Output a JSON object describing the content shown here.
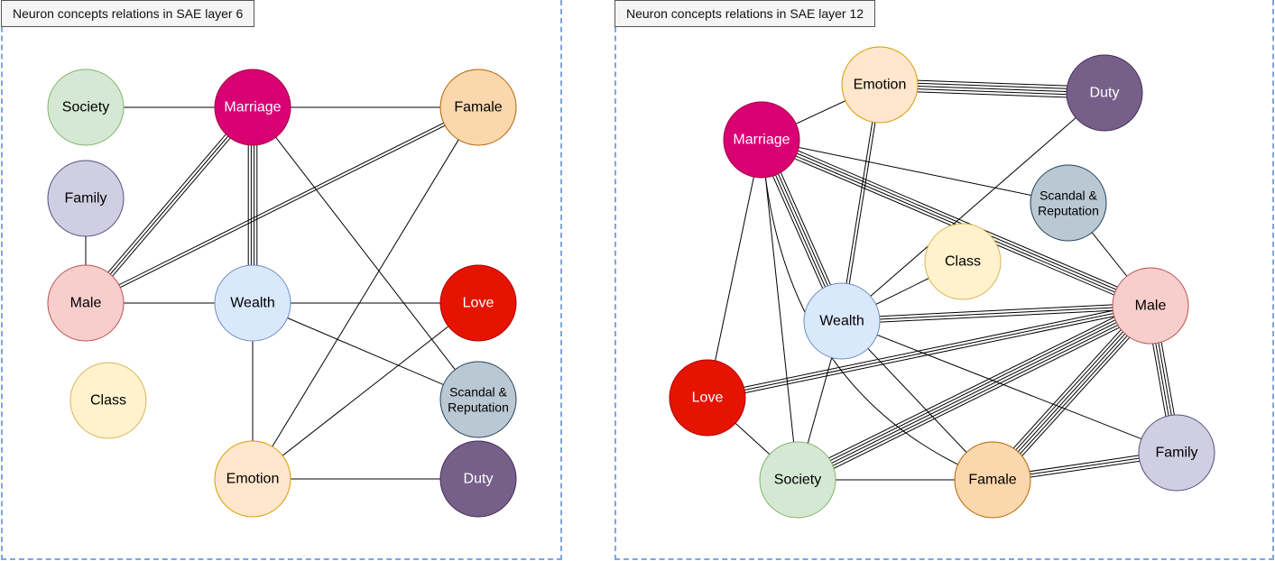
{
  "colors": {
    "Society": {
      "fill": "#d5e8d4",
      "stroke": "#82b366",
      "text": "#000000"
    },
    "Marriage": {
      "fill": "#d80073",
      "stroke": "#a50040",
      "text": "#ffffff"
    },
    "Famale": {
      "fill": "#fad7ac",
      "stroke": "#b46504",
      "text": "#000000"
    },
    "Family": {
      "fill": "#d0cee2",
      "stroke": "#56517e",
      "text": "#000000"
    },
    "Male": {
      "fill": "#f8cecc",
      "stroke": "#b85450",
      "text": "#000000"
    },
    "Wealth": {
      "fill": "#dae8fc",
      "stroke": "#6c8ebf",
      "text": "#000000"
    },
    "Love": {
      "fill": "#e51400",
      "stroke": "#b20000",
      "text": "#ffffff"
    },
    "Class": {
      "fill": "#fff2cc",
      "stroke": "#d6b656",
      "text": "#000000"
    },
    "Scandal": {
      "fill": "#bac8d3",
      "stroke": "#23445d",
      "text": "#000000"
    },
    "Emotion": {
      "fill": "#ffe6cc",
      "stroke": "#d79b00",
      "text": "#000000"
    },
    "Duty": {
      "fill": "#76608a",
      "stroke": "#432d57",
      "text": "#ffffff"
    }
  },
  "panels": [
    {
      "title": "Neuron concepts relations in SAE layer 6",
      "nodes": [
        {
          "id": "Society",
          "label": [
            "Society"
          ]
        },
        {
          "id": "Marriage",
          "label": [
            "Marriage"
          ]
        },
        {
          "id": "Famale",
          "label": [
            "Famale"
          ]
        },
        {
          "id": "Family",
          "label": [
            "Family"
          ]
        },
        {
          "id": "Male",
          "label": [
            "Male"
          ]
        },
        {
          "id": "Wealth",
          "label": [
            "Wealth"
          ]
        },
        {
          "id": "Love",
          "label": [
            "Love"
          ]
        },
        {
          "id": "Class",
          "label": [
            "Class"
          ]
        },
        {
          "id": "Scandal",
          "label": [
            "Scandal &",
            "Reputation"
          ]
        },
        {
          "id": "Emotion",
          "label": [
            "Emotion"
          ]
        },
        {
          "id": "Duty",
          "label": [
            "Duty"
          ]
        }
      ],
      "edges": [
        {
          "from": "Society",
          "to": "Marriage",
          "weight": 1
        },
        {
          "from": "Marriage",
          "to": "Famale",
          "weight": 1
        },
        {
          "from": "Family",
          "to": "Male",
          "weight": 1
        },
        {
          "from": "Male",
          "to": "Marriage",
          "weight": 3
        },
        {
          "from": "Male",
          "to": "Famale",
          "weight": 2
        },
        {
          "from": "Male",
          "to": "Wealth",
          "weight": 1
        },
        {
          "from": "Marriage",
          "to": "Wealth",
          "weight": 4
        },
        {
          "from": "Marriage",
          "to": "Scandal",
          "weight": 1
        },
        {
          "from": "Wealth",
          "to": "Love",
          "weight": 1
        },
        {
          "from": "Wealth",
          "to": "Scandal",
          "weight": 1
        },
        {
          "from": "Wealth",
          "to": "Emotion",
          "weight": 1
        },
        {
          "from": "Famale",
          "to": "Emotion",
          "weight": 1
        },
        {
          "from": "Love",
          "to": "Emotion",
          "weight": 1
        },
        {
          "from": "Emotion",
          "to": "Duty",
          "weight": 1
        }
      ]
    },
    {
      "title": "Neuron concepts relations in SAE layer 12",
      "nodes": [
        {
          "id": "Emotion",
          "label": [
            "Emotion"
          ]
        },
        {
          "id": "Duty",
          "label": [
            "Duty"
          ]
        },
        {
          "id": "Marriage",
          "label": [
            "Marriage"
          ]
        },
        {
          "id": "Scandal",
          "label": [
            "Scandal &",
            "Reputation"
          ]
        },
        {
          "id": "Class",
          "label": [
            "Class"
          ]
        },
        {
          "id": "Wealth",
          "label": [
            "Wealth"
          ]
        },
        {
          "id": "Male",
          "label": [
            "Male"
          ]
        },
        {
          "id": "Love",
          "label": [
            "Love"
          ]
        },
        {
          "id": "Family",
          "label": [
            "Family"
          ]
        },
        {
          "id": "Society",
          "label": [
            "Society"
          ]
        },
        {
          "id": "Famale",
          "label": [
            "Famale"
          ]
        }
      ],
      "edges": [
        {
          "from": "Emotion",
          "to": "Duty",
          "weight": 5
        },
        {
          "from": "Marriage",
          "to": "Emotion",
          "weight": 1
        },
        {
          "from": "Emotion",
          "to": "Wealth",
          "weight": 2
        },
        {
          "from": "Marriage",
          "to": "Scandal",
          "weight": 1
        },
        {
          "from": "Marriage",
          "to": "Male",
          "weight": 4
        },
        {
          "from": "Marriage",
          "to": "Wealth",
          "weight": 4
        },
        {
          "from": "Marriage",
          "to": "Love",
          "weight": 1
        },
        {
          "from": "Marriage",
          "to": "Society",
          "weight": 1
        },
        {
          "from": "Marriage",
          "to": "Famale",
          "weight": 1,
          "curved": true
        },
        {
          "from": "Duty",
          "to": "Wealth",
          "weight": 1
        },
        {
          "from": "Scandal",
          "to": "Male",
          "weight": 1
        },
        {
          "from": "Class",
          "to": "Wealth",
          "weight": 1
        },
        {
          "from": "Wealth",
          "to": "Male",
          "weight": 3
        },
        {
          "from": "Wealth",
          "to": "Society",
          "weight": 1
        },
        {
          "from": "Wealth",
          "to": "Famale",
          "weight": 1
        },
        {
          "from": "Wealth",
          "to": "Family",
          "weight": 1
        },
        {
          "from": "Love",
          "to": "Male",
          "weight": 3
        },
        {
          "from": "Love",
          "to": "Society",
          "weight": 1
        },
        {
          "from": "Male",
          "to": "Society",
          "weight": 5
        },
        {
          "from": "Male",
          "to": "Famale",
          "weight": 5
        },
        {
          "from": "Male",
          "to": "Family",
          "weight": 4
        },
        {
          "from": "Society",
          "to": "Famale",
          "weight": 1
        },
        {
          "from": "Famale",
          "to": "Family",
          "weight": 3
        }
      ]
    }
  ]
}
